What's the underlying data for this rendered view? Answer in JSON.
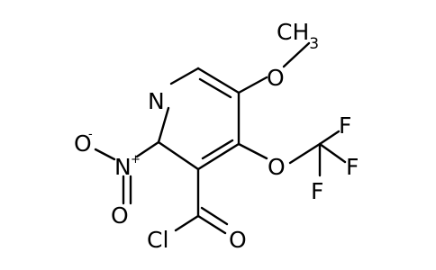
{
  "atoms": {
    "methyl": "CH3",
    "methoxy_o": "O",
    "ring_n": "N",
    "ether_o": "O",
    "f1": "F",
    "f2": "F",
    "f3": "F",
    "nitro_n": "N",
    "nitro_n_charge": "+",
    "nitro_o_top": "O",
    "nitro_o_top_charge": "-",
    "nitro_o_bottom": "O",
    "acyl_cl": "Cl",
    "acyl_o": "O"
  }
}
